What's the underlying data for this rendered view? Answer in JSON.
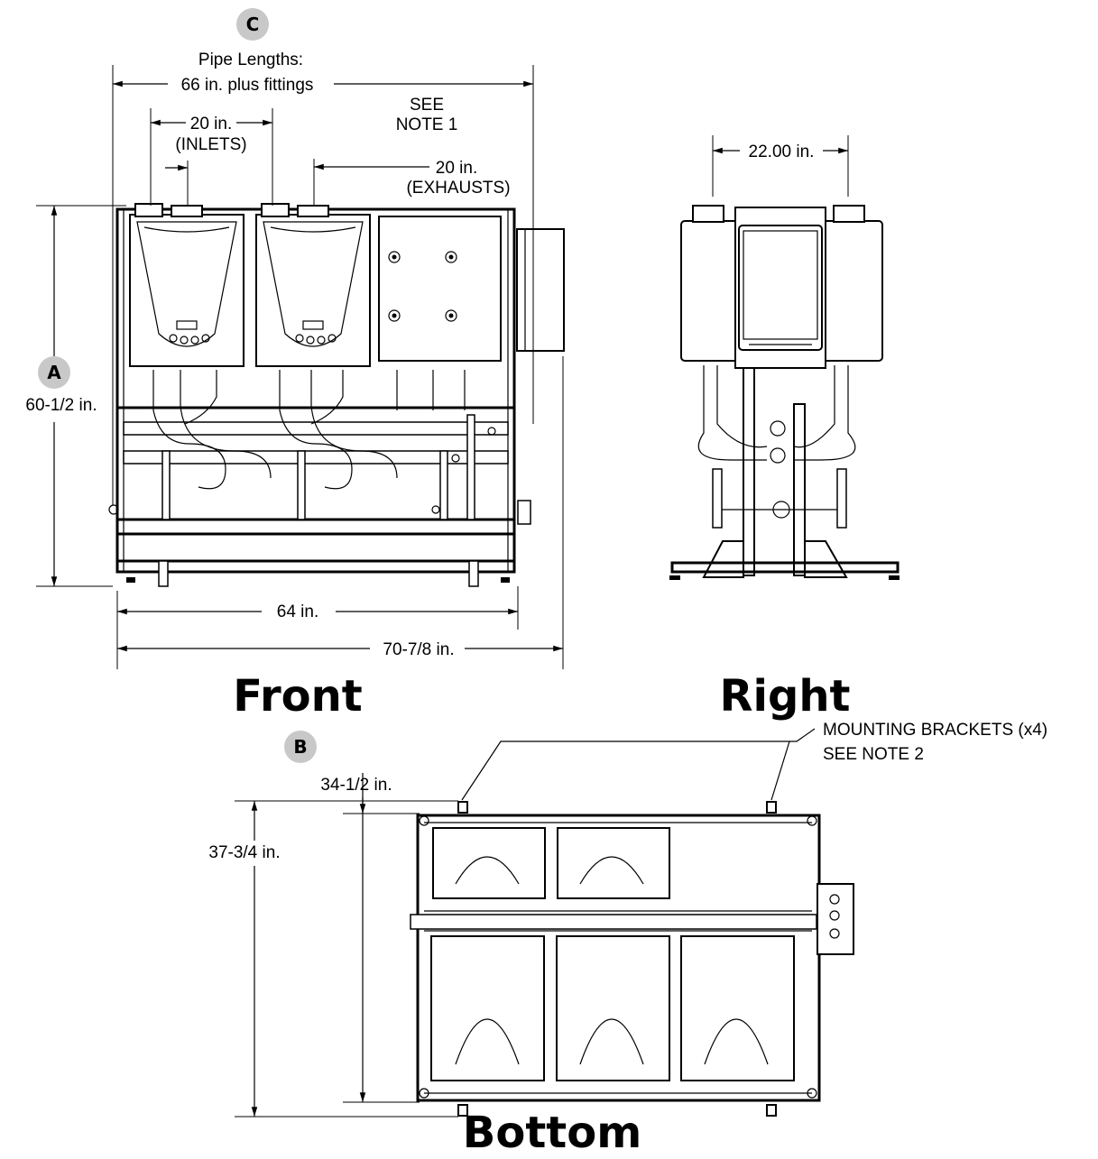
{
  "callouts": {
    "a": "A",
    "b": "B",
    "c": "C"
  },
  "dimensions": {
    "pipe_lengths_line1": "Pipe Lengths:",
    "pipe_lengths_line2": "66 in. plus fittings",
    "inlets_value": "20 in.",
    "inlets_label": "(INLETS)",
    "exhausts_value": "20 in.",
    "exhausts_label": "(EXHAUSTS)",
    "see_note_1_line1": "SEE",
    "see_note_1_line2": "NOTE 1",
    "height_front": "60-1/2 in.",
    "width_frame": "64 in.",
    "width_overall": "70-7/8 in.",
    "right_spacing": "22.00 in.",
    "depth_frame": "34-1/2 in.",
    "depth_overall": "37-3/4 in."
  },
  "notes": {
    "brackets_line1": "MOUNTING BRACKETS (x4)",
    "brackets_line2": "SEE NOTE 2"
  },
  "views": {
    "front": "Front",
    "right": "Right",
    "bottom": "Bottom"
  }
}
